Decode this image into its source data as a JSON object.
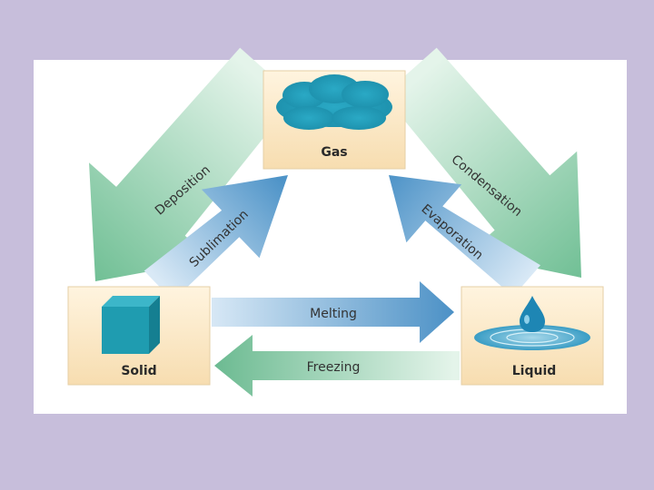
{
  "diagram": {
    "states": {
      "gas": "Gas",
      "solid": "Solid",
      "liquid": "Liquid"
    },
    "transitions": {
      "deposition": "Deposition",
      "sublimation": "Sublimation",
      "condensation": "Condensation",
      "evaporation": "Evaporation",
      "melting": "Melting",
      "freezing": "Freezing"
    },
    "colors": {
      "background": "#c7bedb",
      "state_box": "#fde9c8",
      "green_arrow": "#7fc4a0",
      "blue_arrow": "#5b9fd0",
      "teal_object": "#1a9db5"
    }
  }
}
